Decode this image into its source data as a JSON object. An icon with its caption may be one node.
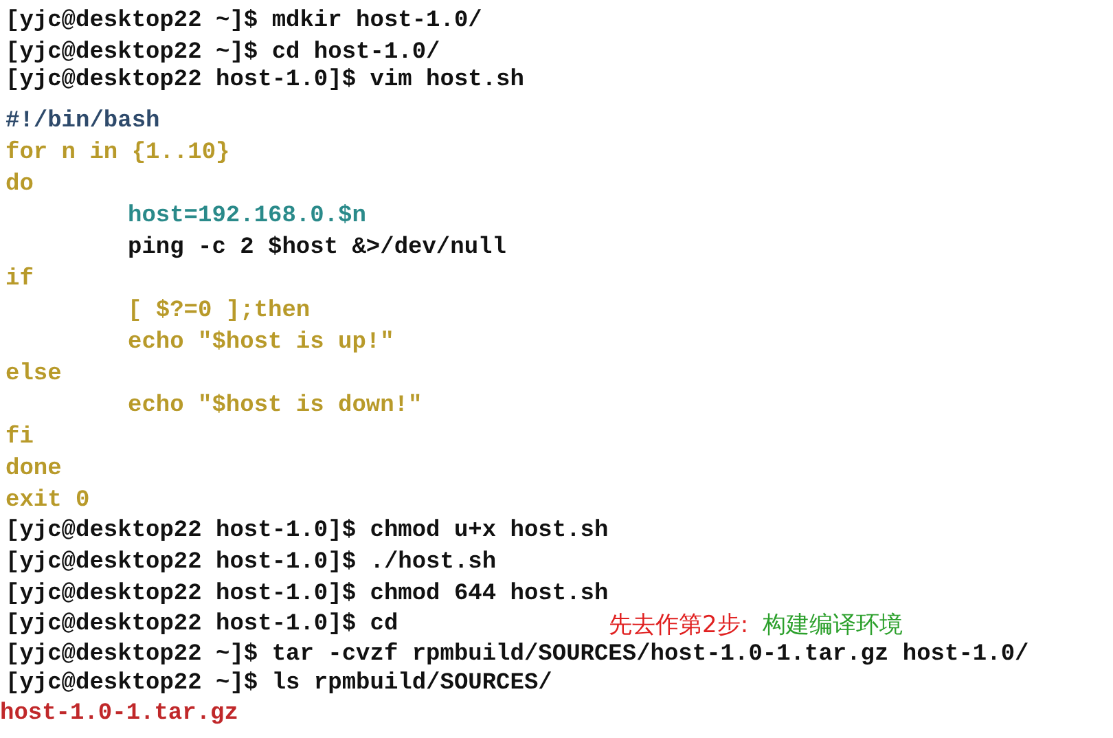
{
  "diagram": {
    "labels": [
      "[yjc@desktop22 ~]$ mdkir host-1.0/",
      "[yjc@desktop22 ~]$ cd host-1.0/",
      "[yjc@desktop22 host-1.0]$ vim host.sh",
      "#!/bin/bash",
      "for n in {1..10}",
      "do",
      "host=192.168.0.$n",
      "ping -c 2 $host &>/dev/null",
      "if",
      "[ $?=0 ];then",
      "echo \"$host is up!\"",
      "else",
      "echo \"$host is down!\"",
      "fi",
      "done",
      "exit 0",
      "[yjc@desktop22 host-1.0]$ chmod u+x host.sh",
      "[yjc@desktop22 host-1.0]$ ./host.sh",
      "[yjc@desktop22 host-1.0]$ chmod 644 host.sh",
      "[yjc@desktop22 host-1.0]$ cd",
      "先去作第2步:",
      "构建编译环境",
      "[yjc@desktop22 ~]$ tar -cvzf rpmbuild/SOURCES/host-1.0-1.tar.gz host-1.0/",
      "[yjc@desktop22 ~]$ ls rpmbuild/SOURCES/",
      "host-1.0-1.tar.gz"
    ]
  }
}
